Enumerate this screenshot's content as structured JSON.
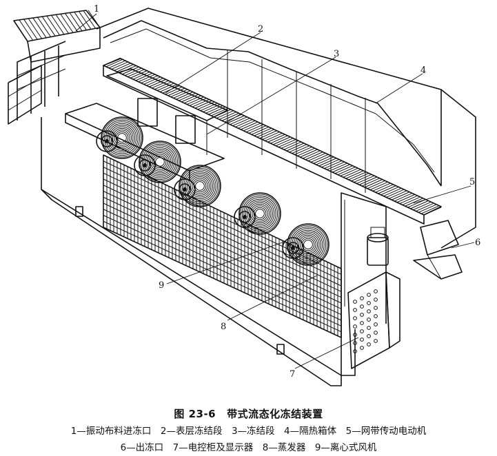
{
  "figure": {
    "callouts": [
      "1",
      "2",
      "3",
      "4",
      "5",
      "6",
      "7",
      "8",
      "9"
    ]
  },
  "caption": {
    "number": "图 23-6",
    "title": "带式流态化冻结装置",
    "legend_line1": "1—振动布料进冻口　2—表层冻结段　3—冻结段　4—隔热箱体　5—网带传动电动机",
    "legend_line2": "6—出冻口　7—电控柜及显示器　8—蒸发器　9—离心式风机"
  }
}
